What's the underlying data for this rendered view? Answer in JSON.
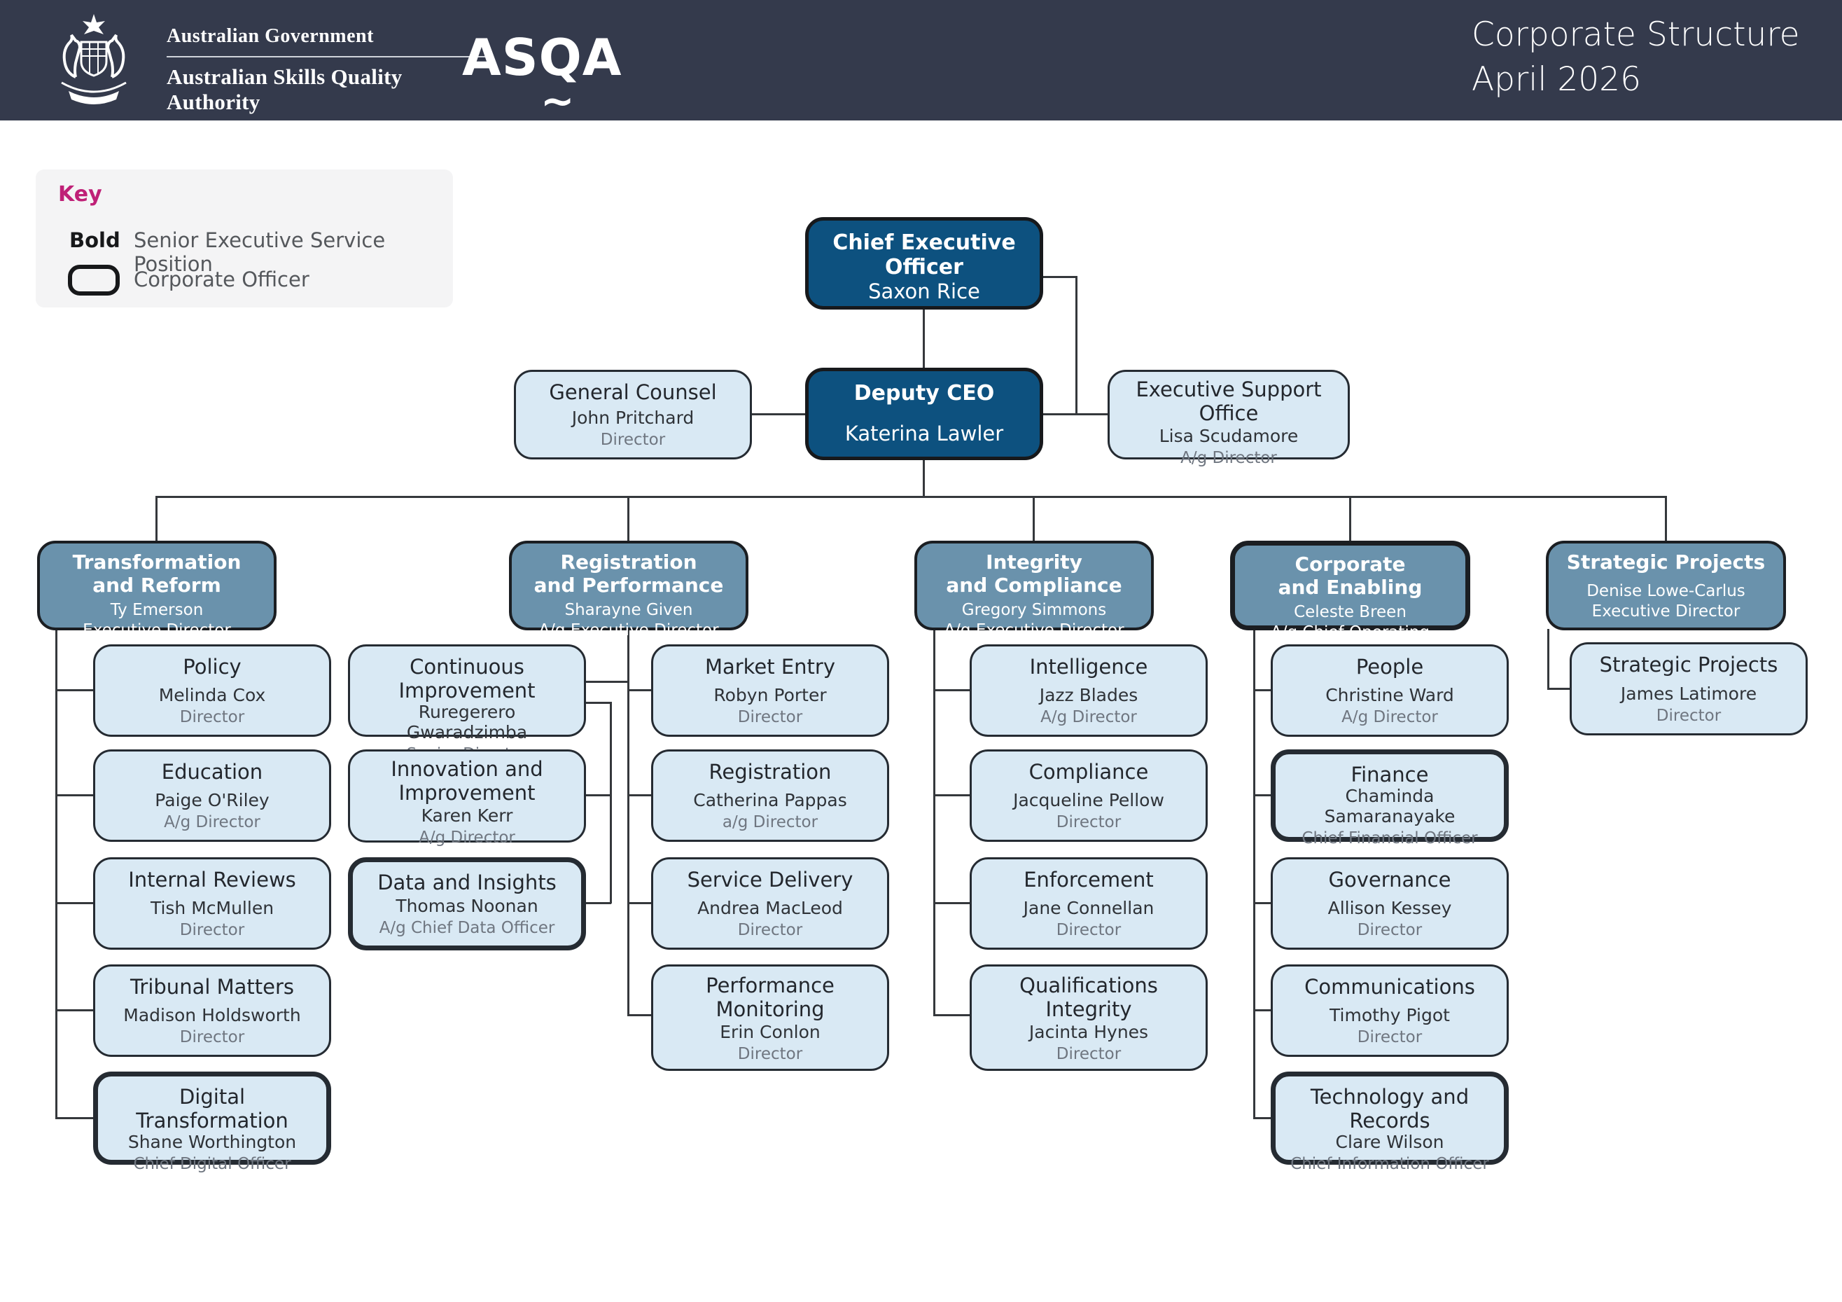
{
  "header": {
    "gov_line1": "Australian Government",
    "gov_line2": "Australian Skills Quality Authority",
    "logo": "ASQA",
    "logo_tilde": "~",
    "title": "Corporate Structure\nApril 2026"
  },
  "key": {
    "title": "Key",
    "bold_label": "Bold",
    "bold_desc": "Senior Executive Service Position",
    "officer_desc": "Corporate Officer"
  },
  "colors": {
    "header_bg": "#343a4c",
    "executive_box": "#0d517f",
    "division_box": "#6a92ac",
    "unit_box": "#d9e9f4",
    "key_accent": "#bf2077",
    "connector": "#35383c"
  },
  "org": {
    "ceo": {
      "title": "Chief Executive Officer",
      "name": "Saxon Rice"
    },
    "deputy": {
      "title": "Deputy CEO",
      "name": "Katerina Lawler"
    },
    "general_counsel": {
      "title": "General Counsel",
      "name": "John Pritchard",
      "role": "Director"
    },
    "exec_support": {
      "title": "Executive Support\nOffice",
      "name": "Lisa Scudamore",
      "role": "A/g Director"
    },
    "div_transformation": {
      "title": "Transformation\nand Reform",
      "name": "Ty Emerson",
      "role": "Executive Director"
    },
    "div_registration": {
      "title": "Registration\nand Performance",
      "name": "Sharayne Given",
      "role": "A/g Executive Director"
    },
    "div_integrity": {
      "title": "Integrity\nand Compliance",
      "name": "Gregory Simmons",
      "role": "A/g Executive Director"
    },
    "div_corporate": {
      "title": "Corporate\nand Enabling",
      "name": "Celeste Breen",
      "role": "A/g Chief Operating Officer"
    },
    "div_strategic": {
      "title": "Strategic Projects",
      "name": "Denise Lowe-Carlus",
      "role": "Executive Director"
    },
    "policy": {
      "title": "Policy",
      "name": "Melinda Cox",
      "role": "Director"
    },
    "education": {
      "title": "Education",
      "name": "Paige O'Riley",
      "role": "A/g Director"
    },
    "internal_reviews": {
      "title": "Internal Reviews",
      "name": "Tish McMullen",
      "role": "Director"
    },
    "tribunal_matters": {
      "title": "Tribunal Matters",
      "name": "Madison Holdsworth",
      "role": "Director"
    },
    "digital_transformation": {
      "title": "Digital Transformation",
      "name": "Shane Worthington",
      "role": "Chief Digital Officer"
    },
    "continuous_improvement": {
      "title": "Continuous Improvement",
      "name": "Ruregerero Gwaradzimba",
      "role": "Senior Director"
    },
    "innovation_improvement": {
      "title": "Innovation and\nImprovement",
      "name": "Karen Kerr",
      "role": "A/g Director"
    },
    "data_insights": {
      "title": "Data and Insights",
      "name": "Thomas Noonan",
      "role": "A/g Chief Data Officer"
    },
    "market_entry": {
      "title": "Market Entry",
      "name": "Robyn Porter",
      "role": "Director"
    },
    "registration": {
      "title": "Registration",
      "name": "Catherina Pappas",
      "role": "a/g Director"
    },
    "service_delivery": {
      "title": "Service Delivery",
      "name": "Andrea MacLeod",
      "role": "Director"
    },
    "performance_monitoring": {
      "title": "Performance\nMonitoring",
      "name": "Erin Conlon",
      "role": "Director"
    },
    "intelligence": {
      "title": "Intelligence",
      "name": "Jazz Blades",
      "role": "A/g Director"
    },
    "compliance": {
      "title": "Compliance",
      "name": "Jacqueline Pellow",
      "role": "Director"
    },
    "enforcement": {
      "title": "Enforcement",
      "name": "Jane Connellan",
      "role": "Director"
    },
    "qualifications_integrity": {
      "title": "Qualifications\nIntegrity",
      "name": "Jacinta Hynes",
      "role": "Director"
    },
    "people": {
      "title": "People",
      "name": "Christine Ward",
      "role": "A/g Director"
    },
    "finance": {
      "title": "Finance",
      "name": "Chaminda Samaranayake",
      "role": "Chief Financial Officer"
    },
    "governance": {
      "title": "Governance",
      "name": "Allison Kessey",
      "role": "Director"
    },
    "communications": {
      "title": "Communications",
      "name": "Timothy Pigot",
      "role": "Director"
    },
    "technology_records": {
      "title": "Technology and Records",
      "name": "Clare Wilson",
      "role": "Chief Information Officer"
    },
    "strategic_projects_unit": {
      "title": "Strategic Projects",
      "name": "James Latimore",
      "role": "Director"
    }
  }
}
